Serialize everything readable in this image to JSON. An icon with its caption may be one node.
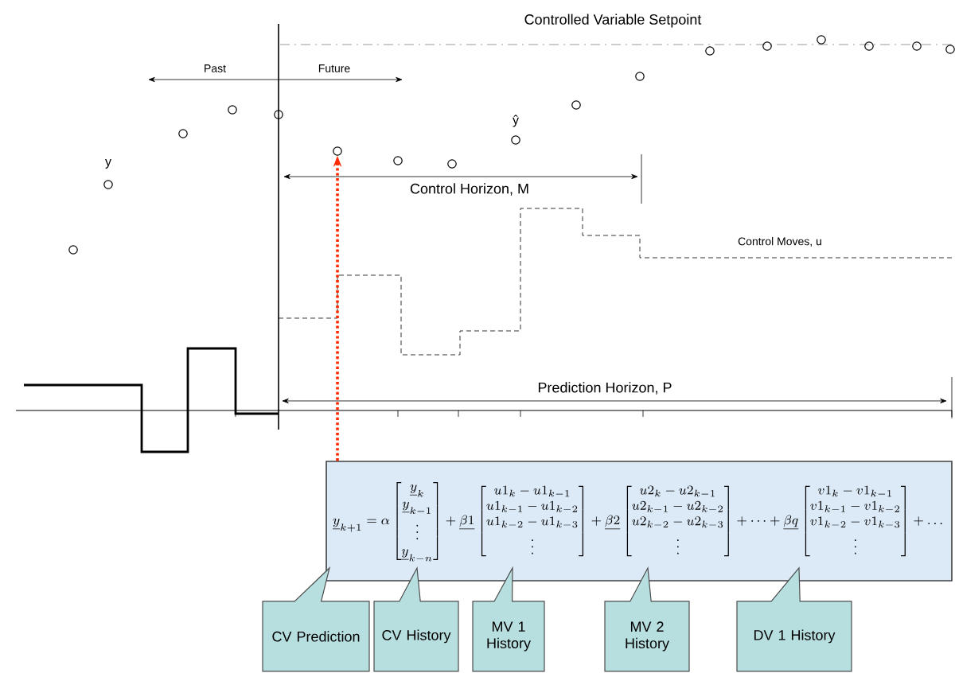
{
  "diagram": {
    "nodes": [
      {
        "text": [],
        "shape": "circle"
      },
      {
        "text": [
          "\\underline{y}_{k+1} = \\alpha \\begin{bmatrix} \\underline{y}_k \\\\ \\underline{y}_{k-1} \\\\ \\vdots \\\\ \\underline{y}_{k-n} \\end{bmatrix} + \\underline{\\beta 1} \\begin{bmatrix} u1_k - u1_{k-1} \\\\ u1_{k-1} - u1_{k-2} \\\\ u1_{k-2} - u1_{k-3} \\\\ \\vdots \\end{bmatrix} + \\underline{\\beta 2} \\begin{bmatrix} u2_k - u2_{k-1} \\\\ u2_{k-1} - u2_{k-2} \\\\ u2_{k-2} - u2_{k-3} \\\\ \\vdots \\end{bmatrix} + \\dots + \\underline{\\beta q} \\begin{bmatrix} v1_k - v1_{k-1} \\\\ v1_{k-1} - v1_{k-2} \\\\ v1_{k-2} - v1_{k-3} \\\\ \\vdots \\end{bmatrix} + \\dots"
        ]
      },
      {
        "text": [
          "CV Prediction"
        ]
      },
      {
        "text": [
          "CV History"
        ]
      },
      {
        "text": [
          "MV 1 History"
        ]
      },
      {
        "text": [
          "MV 2 History"
        ]
      },
      {
        "text": [
          "DV 1 History"
        ]
      }
    ],
    "edges": [
      {
        "from": 1,
        "to": 0,
        "arrow": "to",
        "style": "dashed",
        "color": "#ff2a00"
      }
    ],
    "labels": [
      "Controlled Variable Setpoint",
      "Past",
      "Future",
      "y",
      "ŷ",
      "Control Horizon, M",
      "Control Moves, u",
      "Prediction Horizon, P"
    ]
  }
}
